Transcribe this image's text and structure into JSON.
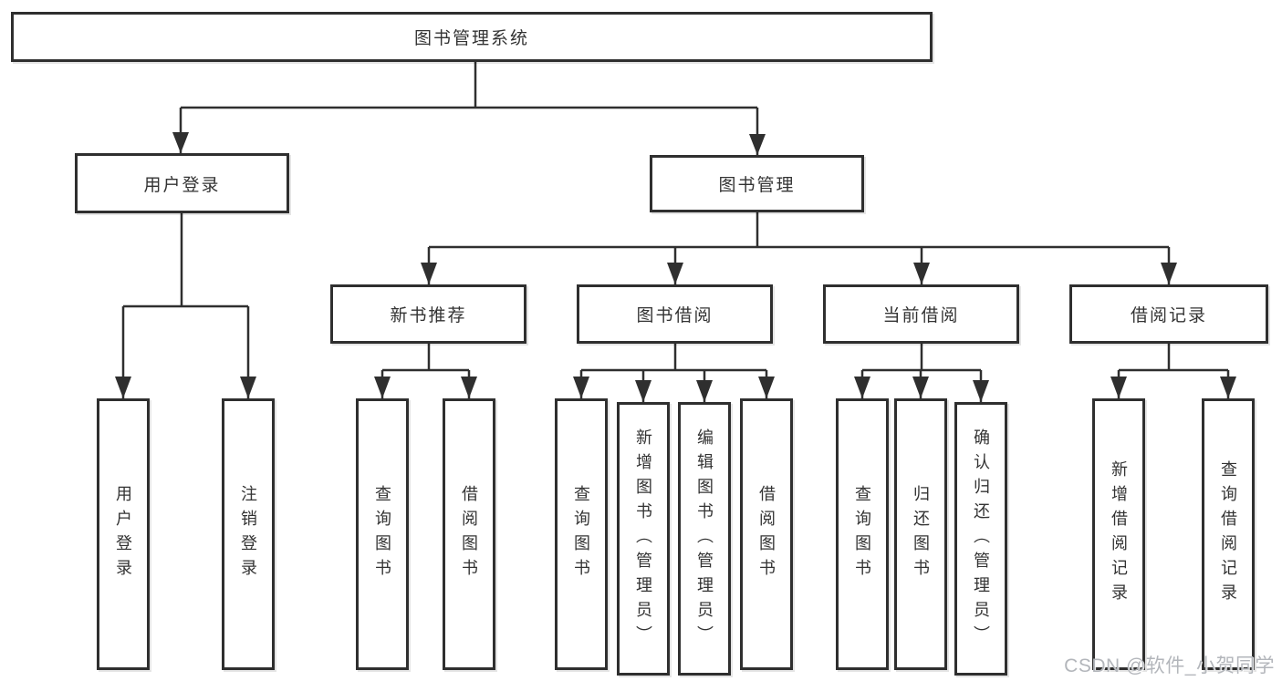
{
  "tree": {
    "label": "图书管理系统",
    "children": [
      {
        "label": "用户登录",
        "children": [
          {
            "label": "用户登录"
          },
          {
            "label": "注销登录"
          }
        ]
      },
      {
        "label": "图书管理",
        "children": [
          {
            "label": "新书推荐",
            "children": [
              {
                "label": "查询图书"
              },
              {
                "label": "借阅图书"
              }
            ]
          },
          {
            "label": "图书借阅",
            "children": [
              {
                "label": "查询图书"
              },
              {
                "label": "新增图书（管理员）"
              },
              {
                "label": "编辑图书（管理员）"
              },
              {
                "label": "借阅图书"
              }
            ]
          },
          {
            "label": "当前借阅",
            "children": [
              {
                "label": "查询图书"
              },
              {
                "label": "归还图书"
              },
              {
                "label": "确认归还（管理员）"
              }
            ]
          },
          {
            "label": "借阅记录",
            "children": [
              {
                "label": "新增借阅记录"
              },
              {
                "label": "查询借阅记录"
              }
            ]
          }
        ]
      }
    ]
  },
  "watermark": {
    "text": "CSDN @软件_小贺同学"
  },
  "colors": {
    "line": "#2f2f2f",
    "text": "#333333",
    "watermark": "#b3b6bb",
    "background": "#ffffff"
  }
}
